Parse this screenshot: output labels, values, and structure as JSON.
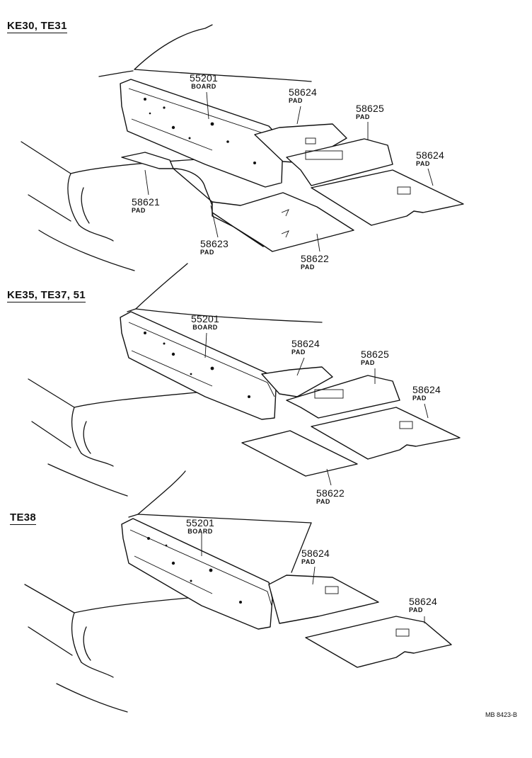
{
  "sections": [
    {
      "header": "KE30, TE31",
      "labels": [
        {
          "part": "55201",
          "name": "BOARD"
        },
        {
          "part": "58624",
          "name": "PAD"
        },
        {
          "part": "58625",
          "name": "PAD"
        },
        {
          "part": "58624",
          "name": "PAD"
        },
        {
          "part": "58621",
          "name": "PAD"
        },
        {
          "part": "58623",
          "name": "PAD"
        },
        {
          "part": "58622",
          "name": "PAD"
        }
      ]
    },
    {
      "header": "KE35, TE37, 51",
      "labels": [
        {
          "part": "55201",
          "name": "BOARD"
        },
        {
          "part": "58624",
          "name": "PAD"
        },
        {
          "part": "58625",
          "name": "PAD"
        },
        {
          "part": "58624",
          "name": "PAD"
        },
        {
          "part": "58622",
          "name": "PAD"
        }
      ]
    },
    {
      "header": "TE38",
      "labels": [
        {
          "part": "55201",
          "name": "BOARD"
        },
        {
          "part": "58624",
          "name": "PAD"
        },
        {
          "part": "58624",
          "name": "PAD"
        }
      ]
    }
  ],
  "figure_code": "MB 8423-B"
}
